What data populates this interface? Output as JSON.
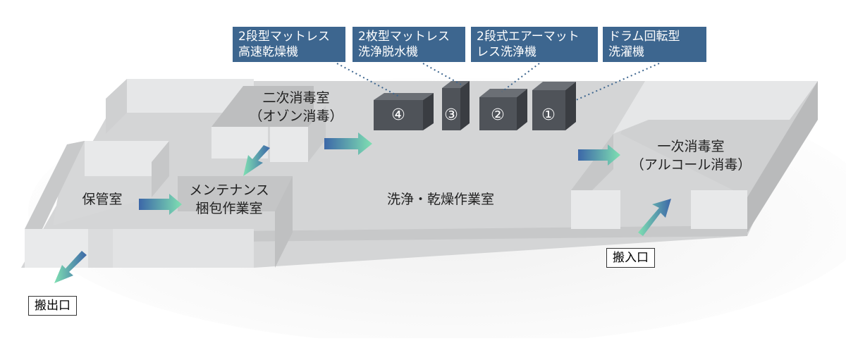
{
  "rooms": {
    "secondary_disinfection": {
      "line1": "二次消毒室",
      "line2": "（オゾン消毒）"
    },
    "primary_disinfection": {
      "line1": "一次消毒室",
      "line2": "（アルコール消毒）"
    },
    "maintenance": {
      "line1": "メンテナンス",
      "line2": "梱包作業室"
    },
    "storage": "保管室",
    "washing_drying": "洗浄・乾燥作業室"
  },
  "machines": [
    {
      "num": "④",
      "line1": "2段型マットレス",
      "line2": "高速乾燥機"
    },
    {
      "num": "③",
      "line1": "2枚型マットレス",
      "line2": "洗浄脱水機"
    },
    {
      "num": "②",
      "line1": "2段式エアーマット",
      "line2": "レス洗浄機"
    },
    {
      "num": "①",
      "line1": "ドラム回転型",
      "line2": "洗濯機"
    }
  ],
  "exits": {
    "entrance": "搬入口",
    "exit": "搬出口"
  },
  "colors": {
    "label_bg": "#3d668f",
    "machine": "#4f5359",
    "floor": "#d4d5d6",
    "wall": "#e4e5e6",
    "arrow_start": "#7fe0b2",
    "arrow_end": "#3c67a8"
  }
}
